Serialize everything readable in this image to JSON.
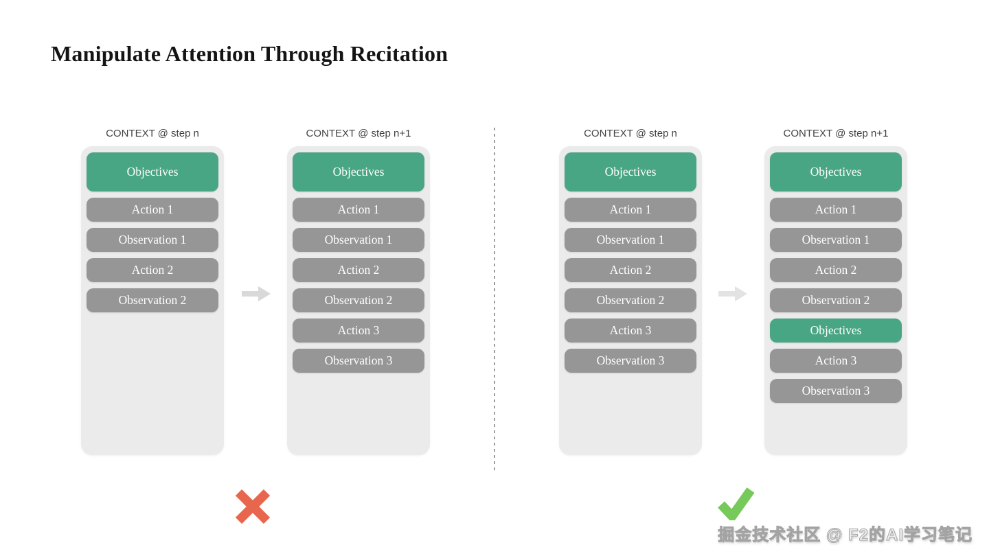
{
  "page": {
    "title": "Manipulate Attention Through Recitation"
  },
  "colors": {
    "objective_green": "#49A685",
    "step_gray": "#969696",
    "panel_bg": "#EBEBEB",
    "header_text": "#424242",
    "arrow_gray": "#DCDCDC",
    "divider_gray": "#9C9C9C",
    "cross_red": "#E9664E",
    "check_green": "#77C95B"
  },
  "groups": [
    {
      "name": "without-recitation",
      "verdict": "cross",
      "panels": [
        {
          "header": "CONTEXT @ step n",
          "items": [
            {
              "label": "Objectives",
              "type": "objective"
            },
            {
              "label": "Action 1",
              "type": "action"
            },
            {
              "label": "Observation 1",
              "type": "observation"
            },
            {
              "label": "Action 2",
              "type": "action"
            },
            {
              "label": "Observation 2",
              "type": "observation"
            }
          ]
        },
        {
          "header": "CONTEXT @ step n+1",
          "items": [
            {
              "label": "Objectives",
              "type": "objective"
            },
            {
              "label": "Action 1",
              "type": "action"
            },
            {
              "label": "Observation 1",
              "type": "observation"
            },
            {
              "label": "Action 2",
              "type": "action"
            },
            {
              "label": "Observation 2",
              "type": "observation"
            },
            {
              "label": "Action 3",
              "type": "action"
            },
            {
              "label": "Observation 3",
              "type": "observation"
            }
          ]
        }
      ]
    },
    {
      "name": "with-recitation",
      "verdict": "check",
      "panels": [
        {
          "header": "CONTEXT @ step n",
          "items": [
            {
              "label": "Objectives",
              "type": "objective"
            },
            {
              "label": "Action 1",
              "type": "action"
            },
            {
              "label": "Observation 1",
              "type": "observation"
            },
            {
              "label": "Action 2",
              "type": "action"
            },
            {
              "label": "Observation 2",
              "type": "observation"
            },
            {
              "label": "Action 3",
              "type": "action"
            },
            {
              "label": "Observation 3",
              "type": "observation"
            }
          ]
        },
        {
          "header": "CONTEXT @ step n+1",
          "items": [
            {
              "label": "Objectives",
              "type": "objective"
            },
            {
              "label": "Action 1",
              "type": "action"
            },
            {
              "label": "Observation 1",
              "type": "observation"
            },
            {
              "label": "Action 2",
              "type": "action"
            },
            {
              "label": "Observation 2",
              "type": "observation"
            },
            {
              "label": "Objectives",
              "type": "objective-recited"
            },
            {
              "label": "Action 3",
              "type": "action"
            },
            {
              "label": "Observation 3",
              "type": "observation"
            }
          ]
        }
      ]
    }
  ],
  "watermark": {
    "text": "掘金技术社区 @ F2的AI学习笔记"
  }
}
